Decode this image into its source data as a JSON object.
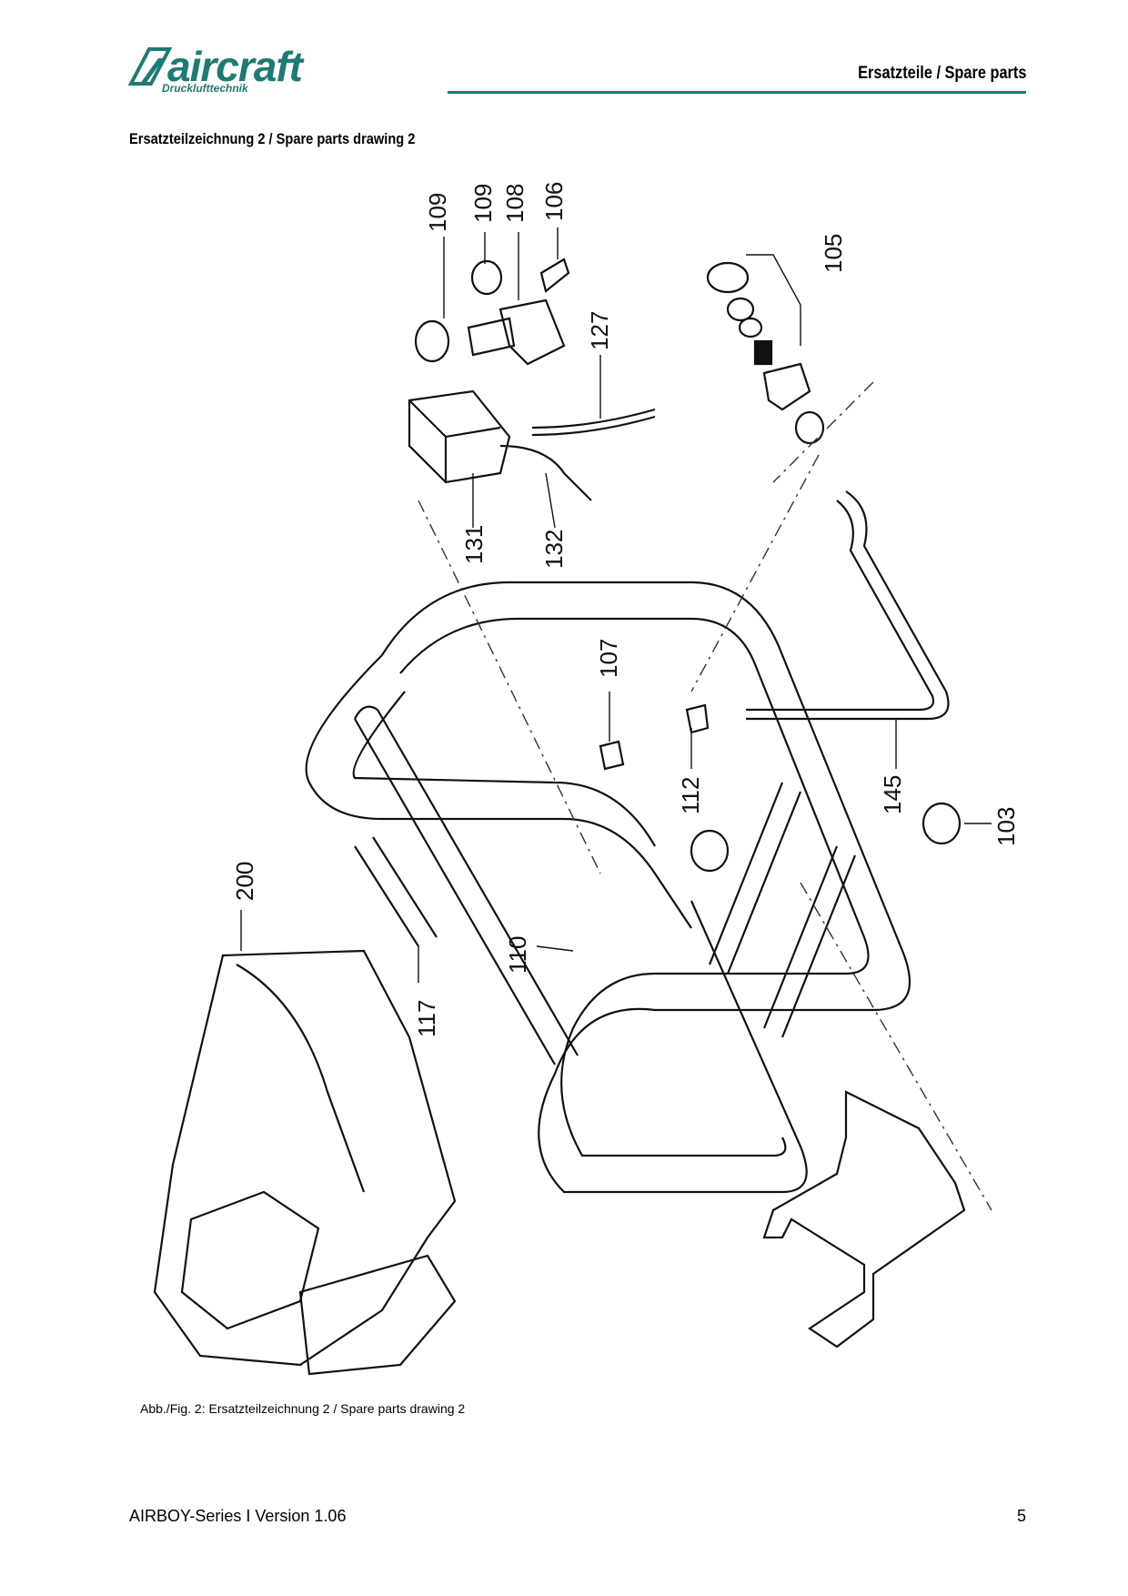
{
  "header": {
    "brand_name": "aircraft",
    "brand_sub": "Drucklufttechnik",
    "section": "Ersatzteile / Spare parts",
    "accent_color": "#1e7a73"
  },
  "section_title": "Ersatzteilzeichnung 2 / Spare parts drawing 2",
  "part_numbers": {
    "p109a": "109",
    "p109b": "109",
    "p108": "108",
    "p106": "106",
    "p105": "105",
    "p127": "127",
    "p131": "131",
    "p132": "132",
    "p107": "107",
    "p112": "112",
    "p145": "145",
    "p103": "103",
    "p110": "110",
    "p117": "117",
    "p200": "200"
  },
  "caption": "Abb./Fig. 2: Ersatzteilzeichnung 2  / Spare parts drawing 2",
  "footer": {
    "doc": "AIRBOY-Series I Version 1.06",
    "page": "5"
  }
}
